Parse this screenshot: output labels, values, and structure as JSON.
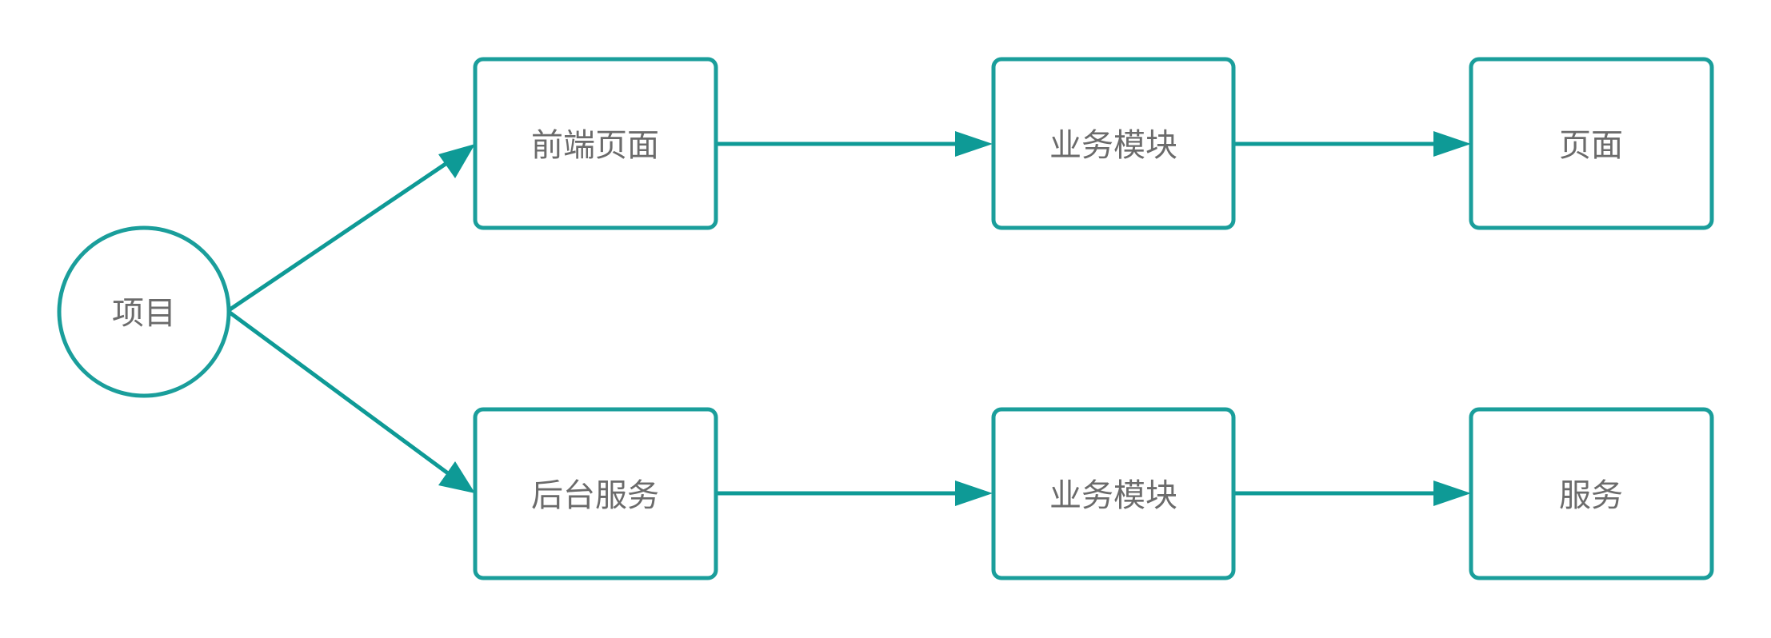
{
  "diagram": {
    "colors": {
      "node_stroke": "#1a9e9b",
      "edge": "#0e9a96",
      "label": "#6b6b6b",
      "background": "#ffffff"
    },
    "nodes": {
      "project": "项目",
      "frontend": "前端页面",
      "business_top": "业务模块",
      "page": "页面",
      "backend": "后台服务",
      "business_bottom": "业务模块",
      "service": "服务"
    }
  }
}
